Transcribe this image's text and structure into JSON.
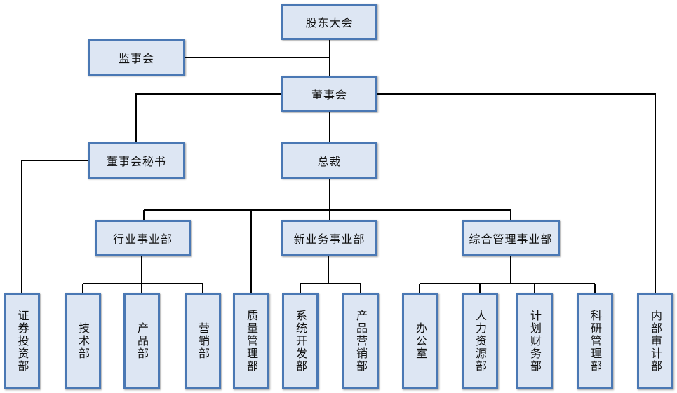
{
  "diagram": {
    "line_color": "#000000",
    "box_fill": "#dde6f3",
    "box_border": "#4a78b4",
    "nodes": {
      "shareholders_meeting": "股东大会",
      "supervisory_board": "监事会",
      "board_of_directors": "董事会",
      "board_secretary": "董事会秘书",
      "president": "总裁",
      "industry_division": "行业事业部",
      "new_business_division": "新业务事业部",
      "general_management_division": "综合管理事业部",
      "securities_investment_dept": "证券投资部",
      "technology_dept": "技术部",
      "product_dept": "产品部",
      "marketing_dept": "营销部",
      "quality_management_dept": "质量管理部",
      "system_development_dept": "系统开发部",
      "product_marketing_dept": "产品营销部",
      "office": "办公室",
      "human_resources_dept": "人力资源部",
      "planning_finance_dept": "计划财务部",
      "research_management_dept": "科研管理部",
      "internal_audit_dept": "内部审计部"
    }
  }
}
